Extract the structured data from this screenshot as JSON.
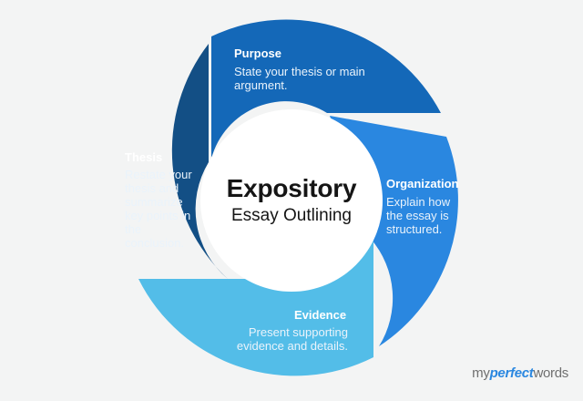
{
  "center": {
    "title": "Expository",
    "subtitle": "Essay Outlining"
  },
  "segments": [
    {
      "title": "Purpose",
      "body": "State your thesis or main argument.",
      "color": "#1468b8"
    },
    {
      "title": "Organization",
      "body": "Explain how the essay is structured.",
      "color": "#2a87e0"
    },
    {
      "title": "Evidence",
      "body": "Present supporting evidence and details.",
      "color": "#53bde8"
    },
    {
      "title": "Thesis",
      "body": "Restate your thesis and summarize key points in the conclusion.",
      "color": "#134f85"
    }
  ],
  "brand": {
    "prefix": "my",
    "middle": "perfect",
    "suffix": "words"
  },
  "colors": {
    "background": "#f3f4f4",
    "center": "#ffffff",
    "text_dark": "#151515"
  }
}
